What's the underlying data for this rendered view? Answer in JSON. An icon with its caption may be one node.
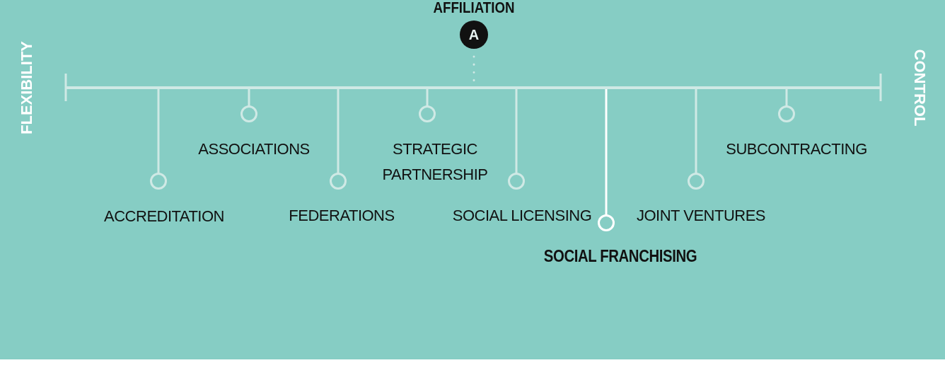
{
  "diagram": {
    "nodes": [
      {
        "text": [
          "AFFILIATION",
          "A"
        ]
      }
    ],
    "edges": [],
    "labels": [
      "FLEXIBILITY",
      "CONTROL",
      "ASSOCIATIONS",
      "STRATEGIC PARTNERSHIP",
      "SUBCONTRACTING",
      "ACCREDITATION",
      "FEDERATIONS",
      "SOCIAL LICENSING",
      "JOINT VENTURES",
      "SOCIAL FRANCHISING"
    ]
  }
}
